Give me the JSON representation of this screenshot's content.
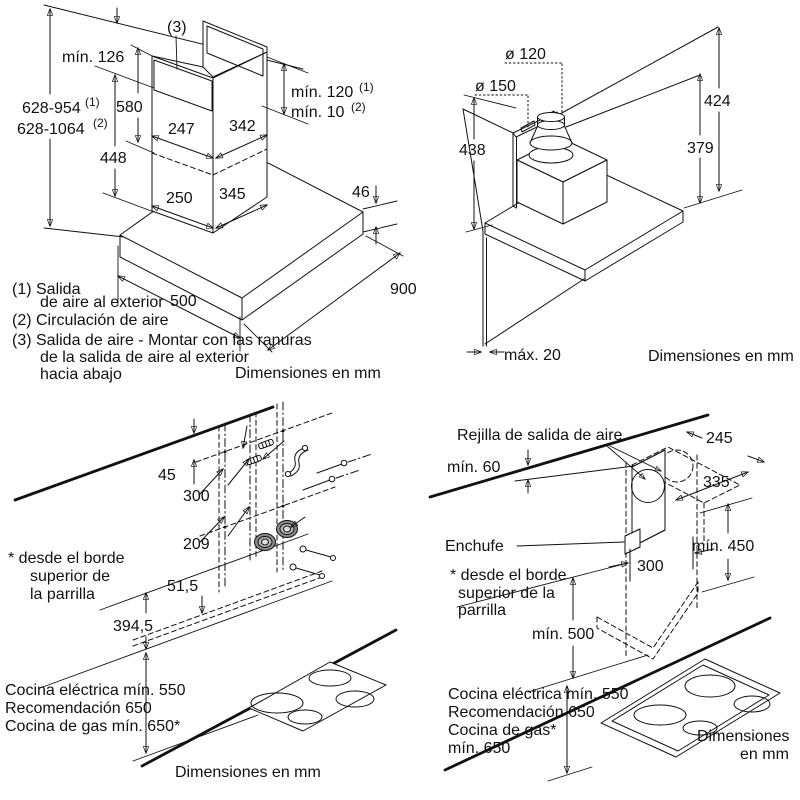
{
  "tl": {
    "dims": {
      "min126": "mín. 126",
      "range1": "628-954",
      "range1_sup": "(1)",
      "range2": "628-1064",
      "range2_sup": "(2)",
      "d580": "580",
      "d448": "448",
      "d247": "247",
      "d342": "342",
      "d250": "250",
      "d345": "345",
      "d46": "46",
      "d900": "900",
      "d500": "500",
      "min120": "mín. 120",
      "min120_sup": "(1)",
      "min10": "mín. 10",
      "min10_sup": "(2)",
      "callout3": "(3)"
    },
    "notes": {
      "n1a": "(1) Salida",
      "n1b": "de aire al exterior",
      "n2": "(2) Circulación de aire",
      "n3a": "(3) Salida de aire - Montar con las ranuras",
      "n3b": "de la salida de aire al exterior",
      "n3c": "hacia abajo"
    },
    "units": "Dimensiones en mm"
  },
  "tr": {
    "dims": {
      "dia120": "ø 120",
      "dia150": "ø 150",
      "d438": "438",
      "d424": "424",
      "d379": "379",
      "max20": "máx. 20"
    },
    "units": "Dimensiones en mm"
  },
  "bl": {
    "dims": {
      "d45": "45",
      "d300": "300",
      "d209": "209",
      "d51": "51,5",
      "d394": "394,5"
    },
    "note": {
      "l1": "* desde el borde",
      "l2": "superior de",
      "l3": "la parrilla"
    },
    "cooker": {
      "l1": "Cocina eléctrica mín. 550",
      "l2": "Recomendación 650",
      "l3": "Cocina de gas mín. 650*"
    },
    "units": "Dimensiones en mm"
  },
  "br": {
    "dims": {
      "rejilla": "Rejilla de salida de aire",
      "min60": "mín. 60",
      "d245": "245",
      "d335": "335",
      "enchufe": "Enchufe",
      "d300": "300",
      "min450": "mín. 450",
      "min500": "mín. 500"
    },
    "note": {
      "l1": "* desde el borde",
      "l2": "superior de la",
      "l3": "parrilla"
    },
    "cooker": {
      "l1": "Cocina eléctrica mín. 550",
      "l2": "Recomendación 650",
      "l3": "Cocina de gas*",
      "l4": "mín. 650"
    },
    "units1": "Dimensiones",
    "units2": "en mm"
  },
  "colors": {
    "line": "#111111",
    "background": "#ffffff"
  }
}
